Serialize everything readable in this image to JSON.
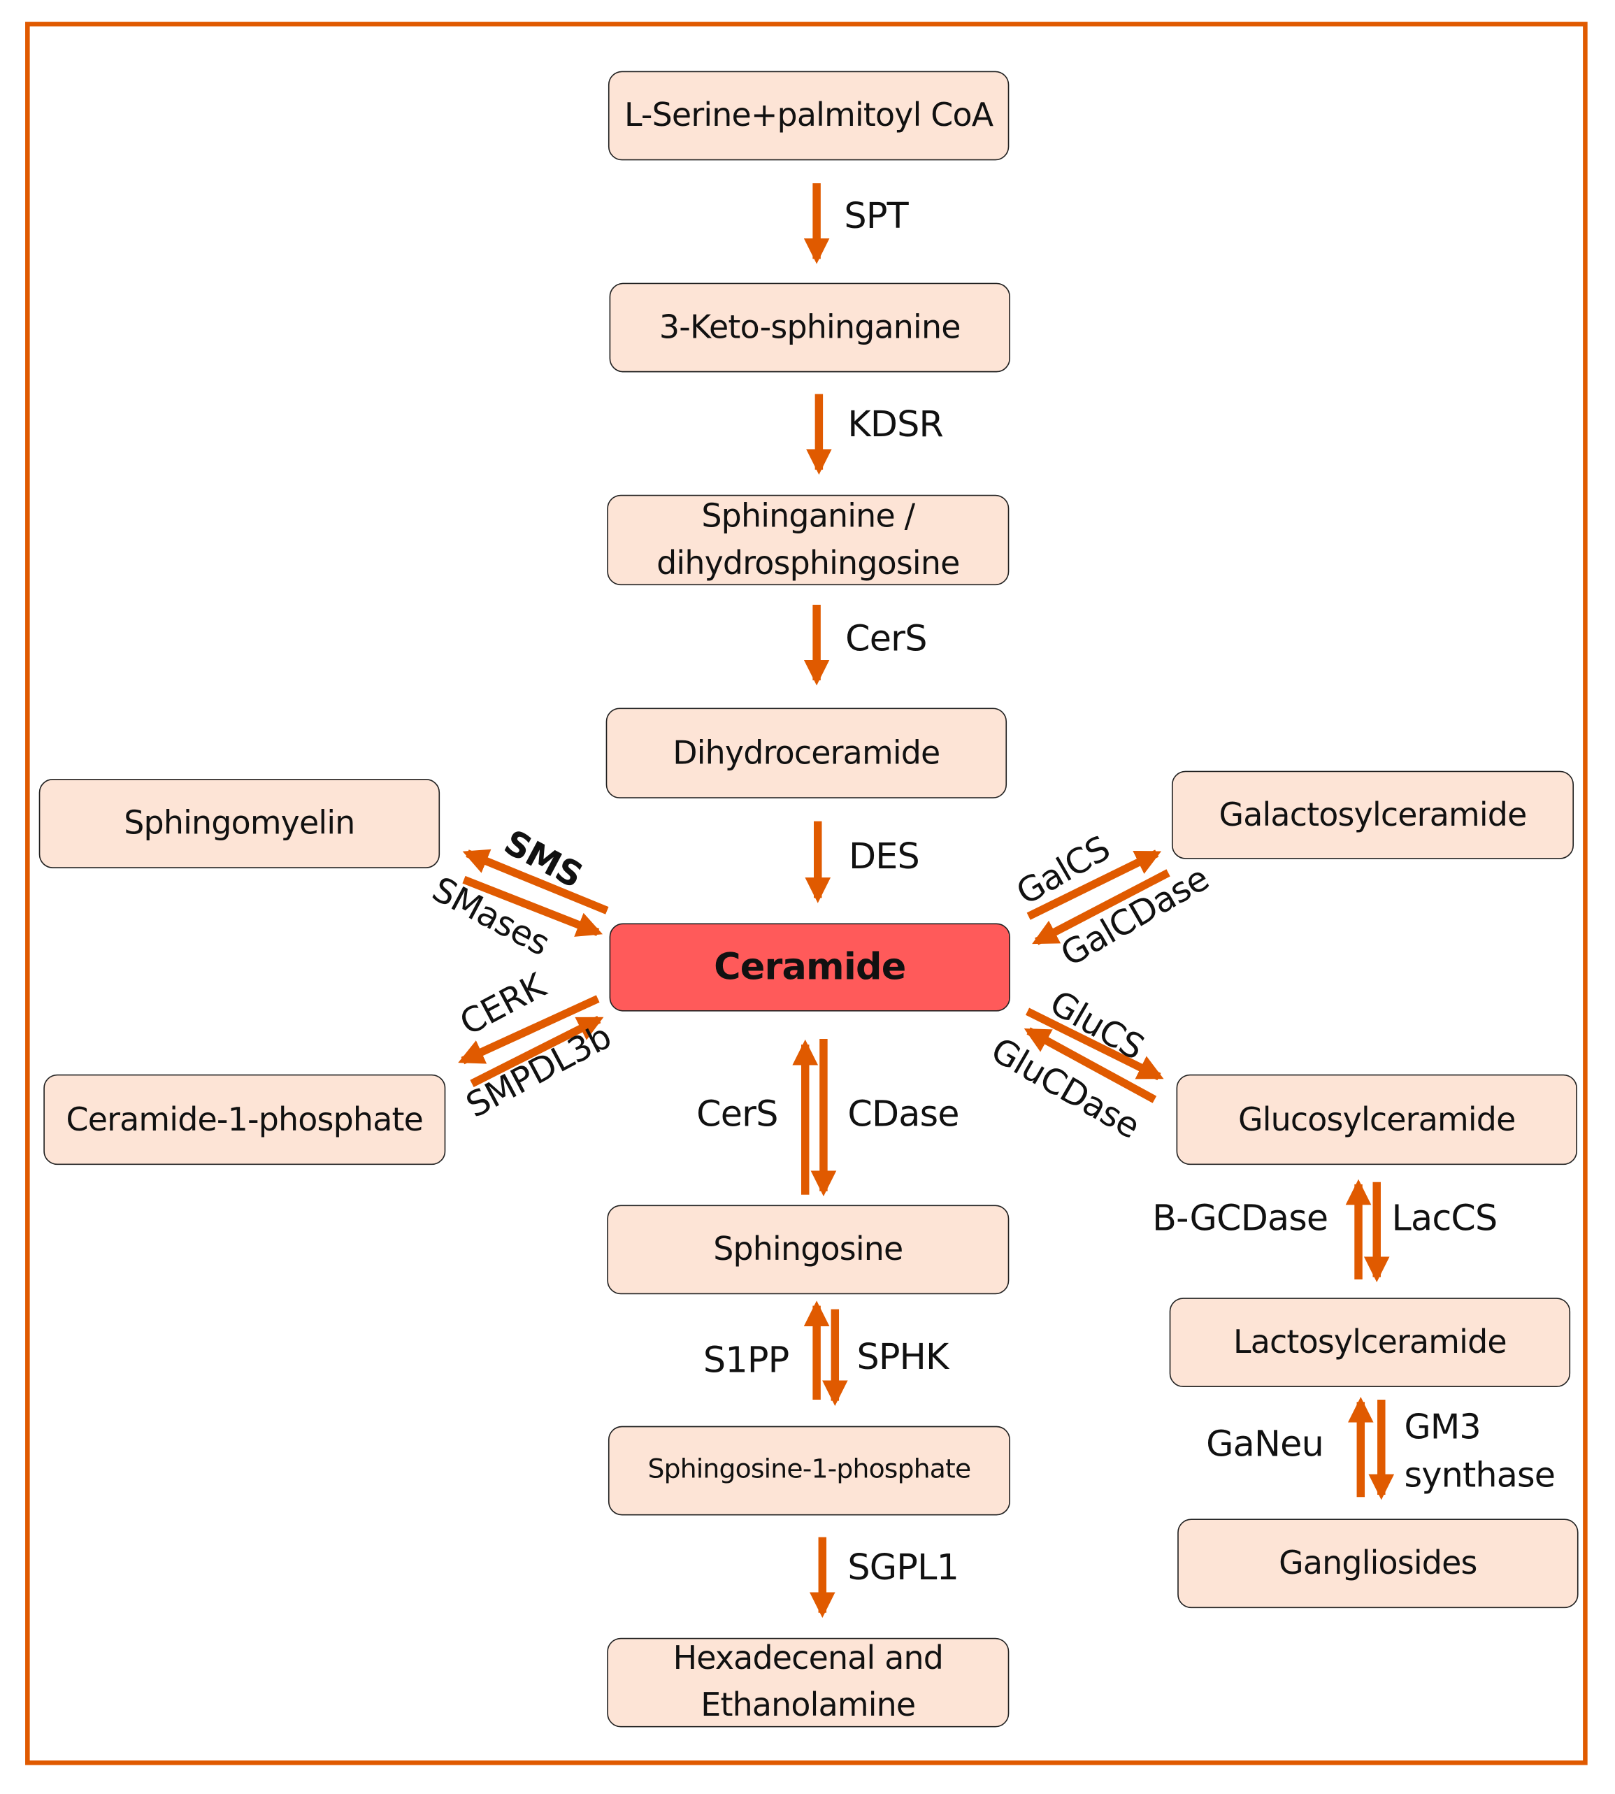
{
  "colors": {
    "accent": "#e05a00",
    "node_fill": "#fde4d6",
    "center_fill": "#ff5a5a",
    "text": "#111111"
  },
  "nodes": {
    "serine": "L-Serine+palmitoyl CoA",
    "keto": "3-Keto-sphinganine",
    "sphinganine_line1": "Sphinganine /",
    "sphinganine_line2": "dihydrosphingosine",
    "dihydroceramide": "Dihydroceramide",
    "ceramide": "Ceramide",
    "sphingomyelin": "Sphingomyelin",
    "c1p": "Ceramide-1-phosphate",
    "galactosylceramide": "Galactosylceramide",
    "glucosylceramide": "Glucosylceramide",
    "sphingosine": "Sphingosine",
    "s1p": "Sphingosine-1-phosphate",
    "hexadecenal_line1": "Hexadecenal and",
    "hexadecenal_line2": "Ethanolamine",
    "lactosylceramide": "Lactosylceramide",
    "gangliosides": "Gangliosides"
  },
  "enzymes": {
    "spt": "SPT",
    "kdsr": "KDSR",
    "cers_top": "CerS",
    "des": "DES",
    "sms": "SMS",
    "smases": "SMases",
    "cerk": "CERK",
    "smpdl3b": "SMPDL3b",
    "galcs": "GalCS",
    "galcdase": "GalCDase",
    "glucs": "GluCS",
    "glucdase": "GluCDase",
    "cers_bottom": "CerS",
    "cdase": "CDase",
    "s1pp": "S1PP",
    "sphk": "SPHK",
    "sgpl1": "SGPL1",
    "bgcdase": "B-GCDase",
    "laccs": "LacCS",
    "ganeu": "GaNeu",
    "gm3_line1": "GM3",
    "gm3_line2": "synthase"
  }
}
